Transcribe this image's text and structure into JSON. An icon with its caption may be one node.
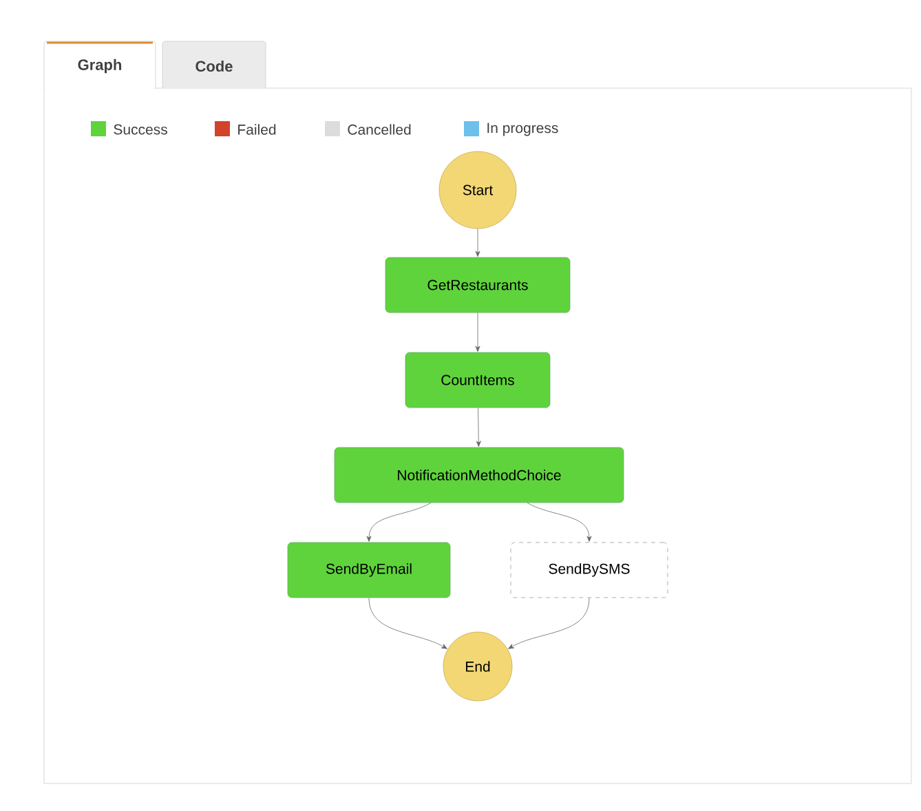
{
  "diagram": {
    "nodes": [
      {
        "text": [
          "Start"
        ]
      },
      {
        "text": [
          "GetRestaurants"
        ]
      },
      {
        "text": [
          "CountItems"
        ]
      },
      {
        "text": [
          "NotificationMethodChoice"
        ]
      },
      {
        "text": [
          "SendByEmail"
        ]
      },
      {
        "text": [
          "SendBySMS"
        ]
      },
      {
        "text": [
          "End"
        ]
      }
    ],
    "edges": [
      {
        "from": 0,
        "to": 1,
        "arrow": "to"
      },
      {
        "from": 1,
        "to": 2,
        "arrow": "to"
      },
      {
        "from": 2,
        "to": 3,
        "arrow": "to"
      },
      {
        "from": 3,
        "to": 4,
        "arrow": "to"
      },
      {
        "from": 3,
        "to": 5,
        "arrow": "to"
      },
      {
        "from": 4,
        "to": 6,
        "arrow": "to"
      },
      {
        "from": 5,
        "to": 6,
        "arrow": "to"
      }
    ],
    "labels": [
      "Graph",
      "Code"
    ],
    "legend": [
      {
        "text": "Success",
        "color": "#5fd33c"
      },
      {
        "text": "Failed",
        "color": "#d2432c"
      },
      {
        "text": "Cancelled",
        "color": "#dcdcdc"
      },
      {
        "text": "In progress",
        "color": "#6dc0e9"
      }
    ]
  }
}
